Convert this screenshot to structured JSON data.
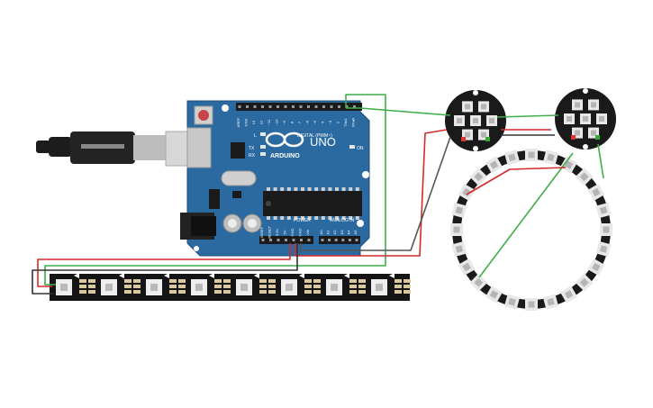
{
  "board": {
    "model": "UNO",
    "brand": "ARDUINO",
    "on_label": "ON",
    "tx_label": "TX",
    "rx_label": "RX",
    "l_label": "L",
    "digital_label": "DIGITAL (PWM~)",
    "power_label": "POWER",
    "analog_label": "ANALOG IN",
    "top_pin_labels": [
      "AREF",
      "GND",
      "13",
      "12",
      "~11",
      "~10",
      "~9",
      "8",
      "7",
      "~6",
      "~5",
      "4",
      "~3",
      "2",
      "TX▸1",
      "RX◂0"
    ],
    "power_pin_labels": [
      "IOREF",
      "RESET",
      "3.3V",
      "5V",
      "GND",
      "GND",
      "Vin"
    ],
    "analog_pin_labels": [
      "A0",
      "A1",
      "A2",
      "A3",
      "A4",
      "A5"
    ]
  },
  "colors": {
    "board": "#2b6aa1",
    "wire_green": "#3fae49",
    "wire_red": "#d42a2a",
    "wire_black": "#333333",
    "wire_gray": "#777777",
    "strip": "#151515",
    "ring": "#1a1a1a"
  },
  "components": {
    "usb_cable": "usb-cable",
    "led_strip_pixels": 8,
    "ring_large_pixels": 24,
    "ring_small_pixels": 7
  }
}
